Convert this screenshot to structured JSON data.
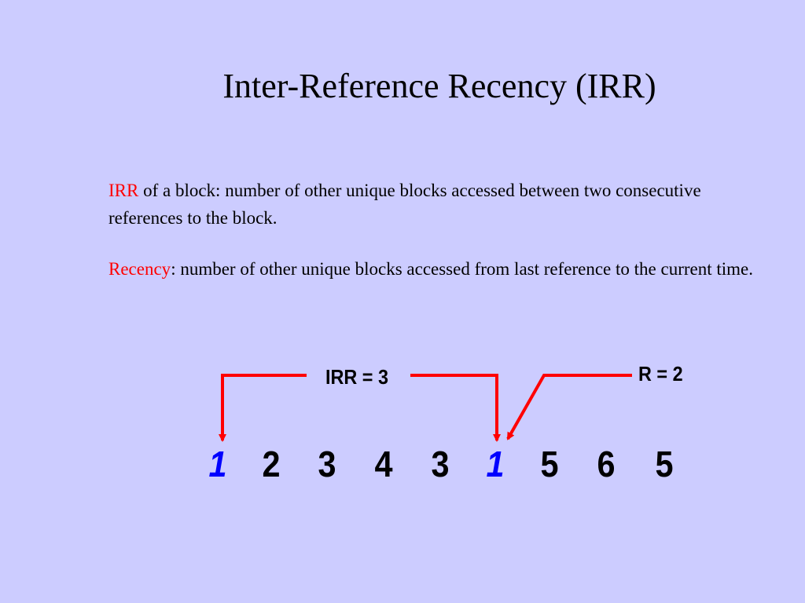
{
  "slide": {
    "title": "Inter-Reference Recency (IRR)",
    "definitions": [
      {
        "term": "IRR",
        "text": " of a block:  number of other unique blocks accessed between two consecutive references to the block."
      },
      {
        "term": "Recency",
        "text": ": number of other unique blocks accessed from last reference to the current time."
      }
    ]
  },
  "diagram": {
    "irr_label": "IRR = 3",
    "recency_label": "R = 2",
    "sequence": [
      "1",
      "2",
      "3",
      "4",
      "3",
      "1",
      "5",
      "6",
      "5"
    ],
    "highlighted_value": "1",
    "colors": {
      "background": "#ccccff",
      "term": "#ff0000",
      "arrow": "#ff0000",
      "highlight": "#0000ff"
    }
  }
}
